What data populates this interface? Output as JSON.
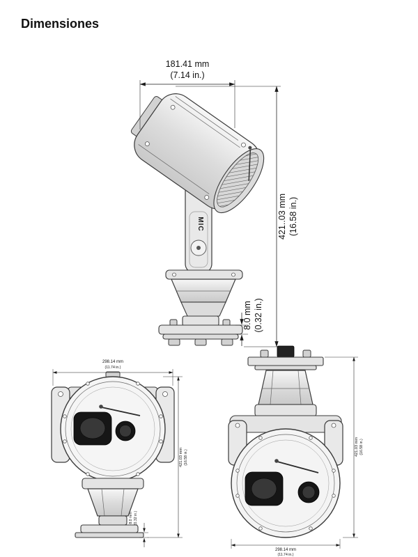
{
  "page": {
    "title": "Dimensiones"
  },
  "side": {
    "width_mm": "181.41 mm",
    "width_in": "(7.14 in.)",
    "height_mm": "421..03 mm",
    "height_in": "(16.58 in.)",
    "base_mm": "8.0 mm",
    "base_in": "(0.32 in.)",
    "label": "MIC"
  },
  "front": {
    "width_mm": "298.14 mm",
    "width_in": "(11.74 in.)",
    "height_mm": "421.03 mm",
    "height_in": "(16.58 in.)",
    "base_mm": "8.0 mm",
    "base_in": "(0.32 in.)"
  },
  "rear": {
    "width_mm": "298.14 mm",
    "width_in": "(11.74 in.)",
    "height_mm": "421.03 mm",
    "height_in": "(16.58 in.)"
  },
  "colors": {
    "line": "#3a3a3a",
    "dimension": "#1a1a1a",
    "lens": "#161616",
    "background": "#ffffff"
  }
}
